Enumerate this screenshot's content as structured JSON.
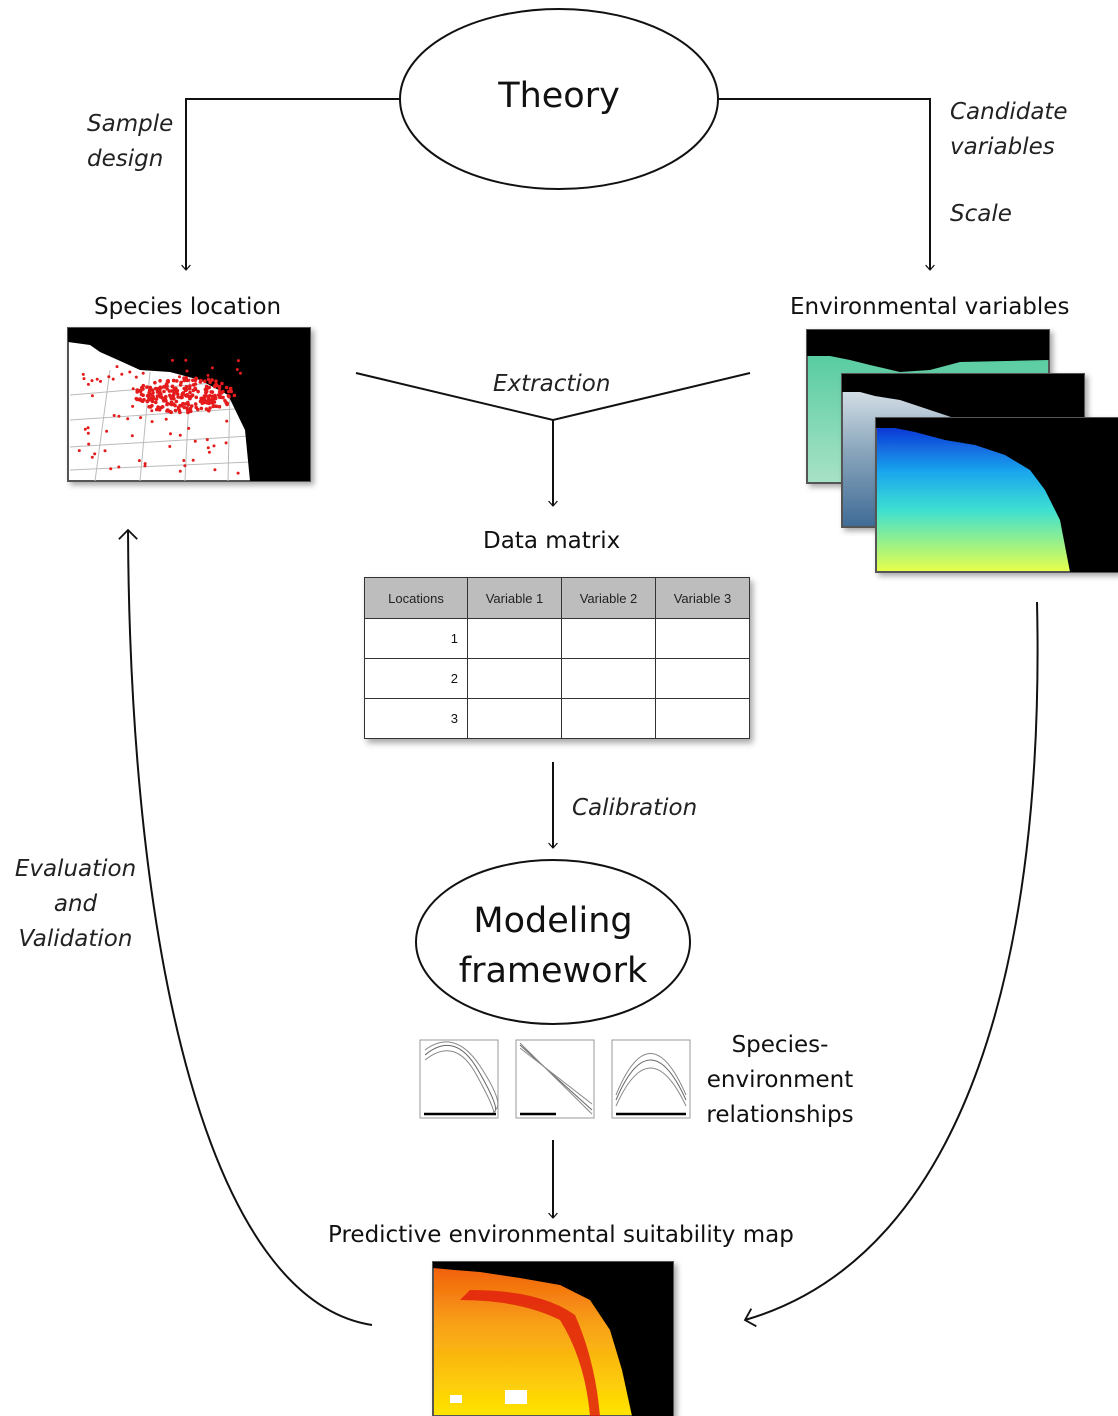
{
  "nodes": {
    "theory": "Theory",
    "species_location": "Species location",
    "environmental_variables": "Environmental variables",
    "data_matrix": "Data matrix",
    "modeling_framework_line1": "Modeling",
    "modeling_framework_line2": "framework",
    "relationships_line1": "Species-",
    "relationships_line2": "environment",
    "relationships_line3": "relationships",
    "predictive_map": "Predictive environmental  suitability map"
  },
  "edges": {
    "sample_design_line1": "Sample",
    "sample_design_line2": "design",
    "candidate_variables_line1": "Candidate",
    "candidate_variables_line2": "variables",
    "scale": "Scale",
    "extraction": "Extraction",
    "calibration": "Calibration",
    "evaluation_line1": "Evaluation",
    "evaluation_line2": "and",
    "evaluation_line3": "Validation"
  },
  "matrix": {
    "headers": [
      "Locations",
      "Variable 1",
      "Variable 2",
      "Variable 3"
    ],
    "rows": [
      "1",
      "2",
      "3"
    ]
  },
  "colors": {
    "land": "#000000",
    "ocean_species": "#ffffff",
    "species_points": "#e41a1c",
    "env_layer_1": "#6ec9a6",
    "env_layer_2": "#b7c7cf",
    "env_layer_3_top": "#1040e0",
    "env_layer_3_mid": "#20d0e0",
    "env_layer_3_bottom": "#e8ff50",
    "suitability_high": "#e8200a",
    "suitability_mid": "#f7a21a",
    "suitability_low": "#ffe400"
  }
}
